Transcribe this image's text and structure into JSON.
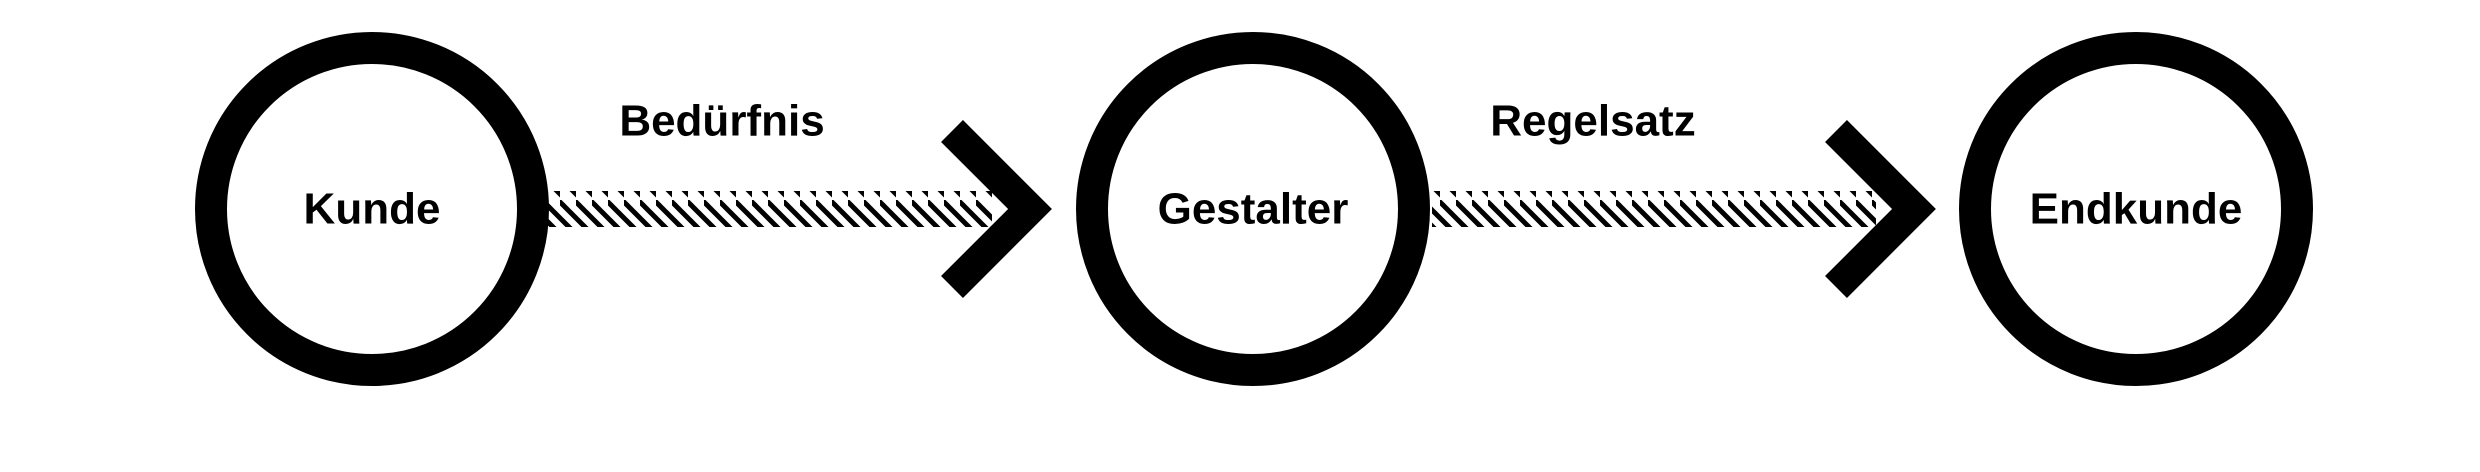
{
  "colors": {
    "stroke": "#000000",
    "background": "#ffffff"
  },
  "nodes": [
    {
      "label": "Kunde"
    },
    {
      "label": "Gestalter"
    },
    {
      "label": "Endkunde"
    }
  ],
  "edges": [
    {
      "label": "Bedürfnis"
    },
    {
      "label": "Regelsatz"
    }
  ]
}
